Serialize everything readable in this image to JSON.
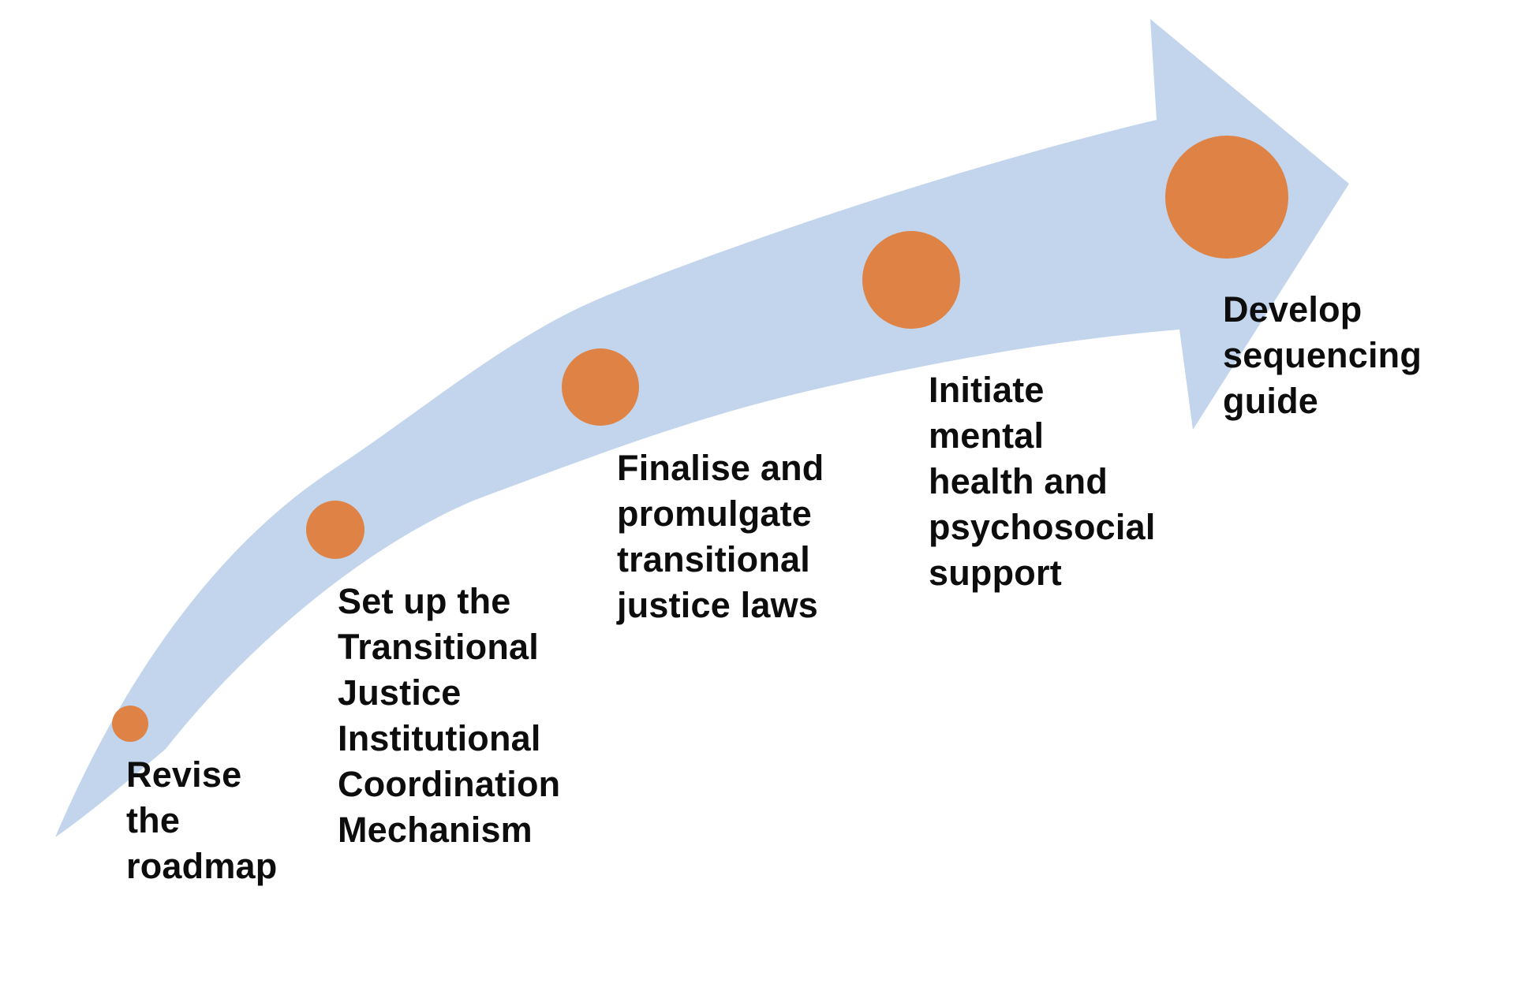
{
  "diagram": {
    "type": "curved-arrow-roadmap",
    "background": "#ffffff",
    "colors": {
      "arrow_body": "#c3d5ec",
      "milestone_dot": "#de8345",
      "label_text": "#0d0d0d"
    },
    "milestones": [
      {
        "label": "Revise the roadmap",
        "lines": [
          "Revise",
          "the",
          "roadmap"
        ]
      },
      {
        "label": "Set up the Transitional Justice Institutional Coordination Mechanism",
        "lines": [
          "Set up the",
          "Transitional",
          "Justice",
          "Institutional",
          "Coordination",
          "Mechanism"
        ]
      },
      {
        "label": "Finalise and promulgate transitional justice laws",
        "lines": [
          "Finalise and",
          "promulgate",
          "transitional",
          "justice laws"
        ]
      },
      {
        "label": "Initiate mental health and psychosocial support",
        "lines": [
          "Initiate",
          "mental",
          "health and",
          "psychosocial",
          "support"
        ]
      },
      {
        "label": "Develop sequencing guide",
        "lines": [
          "Develop",
          "sequencing",
          "guide"
        ]
      }
    ]
  }
}
